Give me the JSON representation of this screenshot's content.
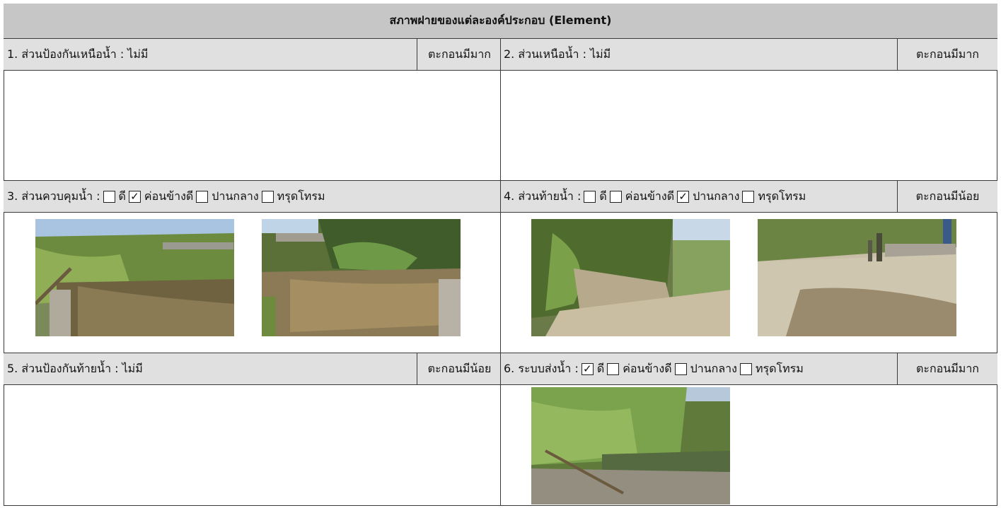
{
  "title": "สภาพฝายของแต่ละองค์ประกอบ (Element)",
  "cells": [
    {
      "label": "1. ส่วนป้องกันเหนือน้ำ : ไม่มี",
      "status": "ตะกอนมีมาก"
    },
    {
      "label": "2. ส่วนเหนือน้ำ : ไม่มี",
      "status": "ตะกอนมีมาก"
    },
    {
      "label": "3. ส่วนควบคุมน้ำ :",
      "status": "",
      "options": [
        {
          "label": "ดี",
          "checked": false,
          "mark": ""
        },
        {
          "label": "ค่อนข้างดี",
          "checked": true,
          "mark": "✓"
        },
        {
          "label": "ปานกลาง",
          "checked": false,
          "mark": ""
        },
        {
          "label": "ทรุดโทรม",
          "checked": false,
          "mark": ""
        }
      ]
    },
    {
      "label": "4. ส่วนท้ายน้ำ :",
      "status": "ตะกอนมีน้อย",
      "options": [
        {
          "label": "ดี",
          "checked": false,
          "mark": ""
        },
        {
          "label": "ค่อนข้างดี",
          "checked": false,
          "mark": ""
        },
        {
          "label": "ปานกลาง",
          "checked": true,
          "mark": "✓"
        },
        {
          "label": "ทรุดโทรม",
          "checked": false,
          "mark": ""
        }
      ]
    },
    {
      "label": "5. ส่วนป้องกันท้ายน้ำ : ไม่มี",
      "status": "ตะกอนมีน้อย"
    },
    {
      "label": "6. ระบบส่งน้ำ :",
      "status": "ตะกอนมีมาก",
      "options": [
        {
          "label": "ดี",
          "checked": true,
          "mark": "✓"
        },
        {
          "label": "ค่อนข้างดี",
          "checked": false,
          "mark": ""
        },
        {
          "label": "ปานกลาง",
          "checked": false,
          "mark": ""
        },
        {
          "label": "ทรุดโทรม",
          "checked": false,
          "mark": ""
        }
      ]
    }
  ],
  "colors": {
    "header_bg": "#e0e0e0",
    "title_bg": "#c6c6c6",
    "border": "#3a3a3a"
  }
}
